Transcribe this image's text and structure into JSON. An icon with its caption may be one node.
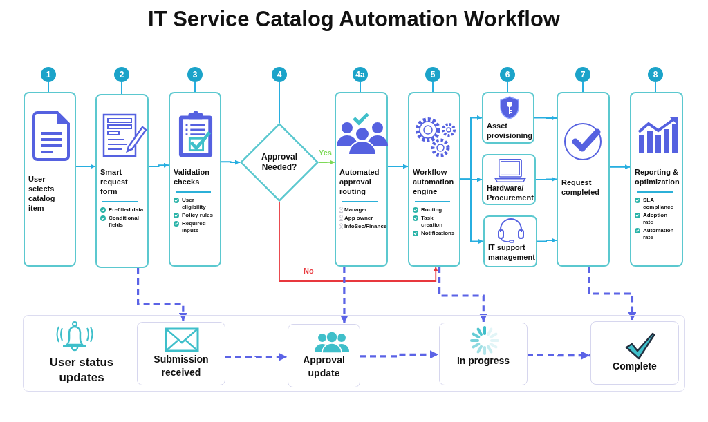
{
  "diagram": {
    "title": "IT Service Catalog Automation Workflow",
    "nodes": [
      {
        "text": [
          "User selects catalog item"
        ]
      },
      {
        "text": [
          "Smart request form",
          "Prefilled data",
          "Conditional fields"
        ]
      },
      {
        "text": [
          "Validation checks",
          "User eligibility",
          "Policy rules",
          "Required inputs"
        ]
      },
      {
        "text": [
          "Approval Needed?"
        ]
      },
      {
        "text": [
          "Automated approval routing",
          "Manager",
          "App owner",
          "InfoSec/Finance"
        ]
      },
      {
        "text": [
          "Workflow automation engine",
          "Routing",
          "Task creation",
          "Notifications"
        ]
      },
      {
        "text": [
          "Asset provisioning"
        ]
      },
      {
        "text": [
          "Hardware/ Procurement"
        ]
      },
      {
        "text": [
          "IT support management"
        ]
      },
      {
        "text": [
          "Request completed"
        ]
      },
      {
        "text": [
          "Reporting & optimization",
          "SLA compliance",
          "Adoption rate",
          "Automation rate"
        ]
      },
      {
        "text": [
          "User status updates"
        ]
      },
      {
        "text": [
          "Submission received"
        ],
        "in": 11
      },
      {
        "text": [
          "Approval update"
        ],
        "in": 11
      },
      {
        "text": [
          "In progress"
        ],
        "in": 11
      },
      {
        "text": [
          "Complete"
        ],
        "in": 11
      },
      {
        "text": [
          "1"
        ]
      },
      {
        "text": [
          "2"
        ]
      },
      {
        "text": [
          "3"
        ]
      },
      {
        "text": [
          "4"
        ]
      },
      {
        "text": [
          "4a"
        ]
      },
      {
        "text": [
          "5"
        ]
      },
      {
        "text": [
          "6"
        ]
      },
      {
        "text": [
          "7"
        ]
      },
      {
        "text": [
          "8"
        ]
      }
    ],
    "edges": [
      {
        "from": 0,
        "to": 1,
        "arrow": "to"
      },
      {
        "from": 1,
        "to": 2,
        "arrow": "to"
      },
      {
        "from": 2,
        "to": 3,
        "arrow": "to"
      },
      {
        "from": 3,
        "to": 4,
        "arrow": "to",
        "label": "Yes",
        "color": "#7ed957"
      },
      {
        "from": 4,
        "to": 5,
        "arrow": "to"
      },
      {
        "from": 3,
        "to": 5,
        "arrow": "to",
        "label": "No",
        "color": "#e8383d"
      },
      {
        "from": 5,
        "to": 6,
        "arrow": "to"
      },
      {
        "from": 5,
        "to": 7,
        "arrow": "to"
      },
      {
        "from": 5,
        "to": 8,
        "arrow": "to"
      },
      {
        "from": 6,
        "to": 9,
        "arrow": "to"
      },
      {
        "from": 7,
        "to": 9,
        "arrow": "to"
      },
      {
        "from": 8,
        "to": 9,
        "arrow": "to"
      },
      {
        "from": 9,
        "to": 10,
        "arrow": "to"
      },
      {
        "from": 1,
        "to": 12,
        "arrow": "to",
        "style": "dashed",
        "color": "#5b63e6"
      },
      {
        "from": 4,
        "to": 13,
        "arrow": "to",
        "style": "dashed",
        "color": "#5b63e6"
      },
      {
        "from": 5,
        "to": 14,
        "arrow": "to",
        "style": "dashed",
        "color": "#5b63e6"
      },
      {
        "from": 9,
        "to": 15,
        "arrow": "to",
        "style": "dashed",
        "color": "#5b63e6"
      },
      {
        "from": 12,
        "to": 13,
        "arrow": "to",
        "style": "dashed",
        "color": "#5b63e6"
      },
      {
        "from": 13,
        "to": 14,
        "arrow": "to",
        "style": "dashed",
        "color": "#5b63e6"
      },
      {
        "from": 14,
        "to": 15,
        "arrow": "to",
        "style": "dashed",
        "color": "#5b63e6"
      },
      {
        "from": 16,
        "to": 0,
        "arrow": "none"
      },
      {
        "from": 17,
        "to": 1,
        "arrow": "none"
      },
      {
        "from": 18,
        "to": 2,
        "arrow": "none"
      },
      {
        "from": 19,
        "to": 3,
        "arrow": "none"
      },
      {
        "from": 20,
        "to": 4,
        "arrow": "none"
      },
      {
        "from": 21,
        "to": 5,
        "arrow": "none"
      },
      {
        "from": 22,
        "to": 6,
        "arrow": "none"
      },
      {
        "from": 23,
        "to": 9,
        "arrow": "none"
      },
      {
        "from": 24,
        "to": 10,
        "arrow": "none"
      }
    ]
  }
}
